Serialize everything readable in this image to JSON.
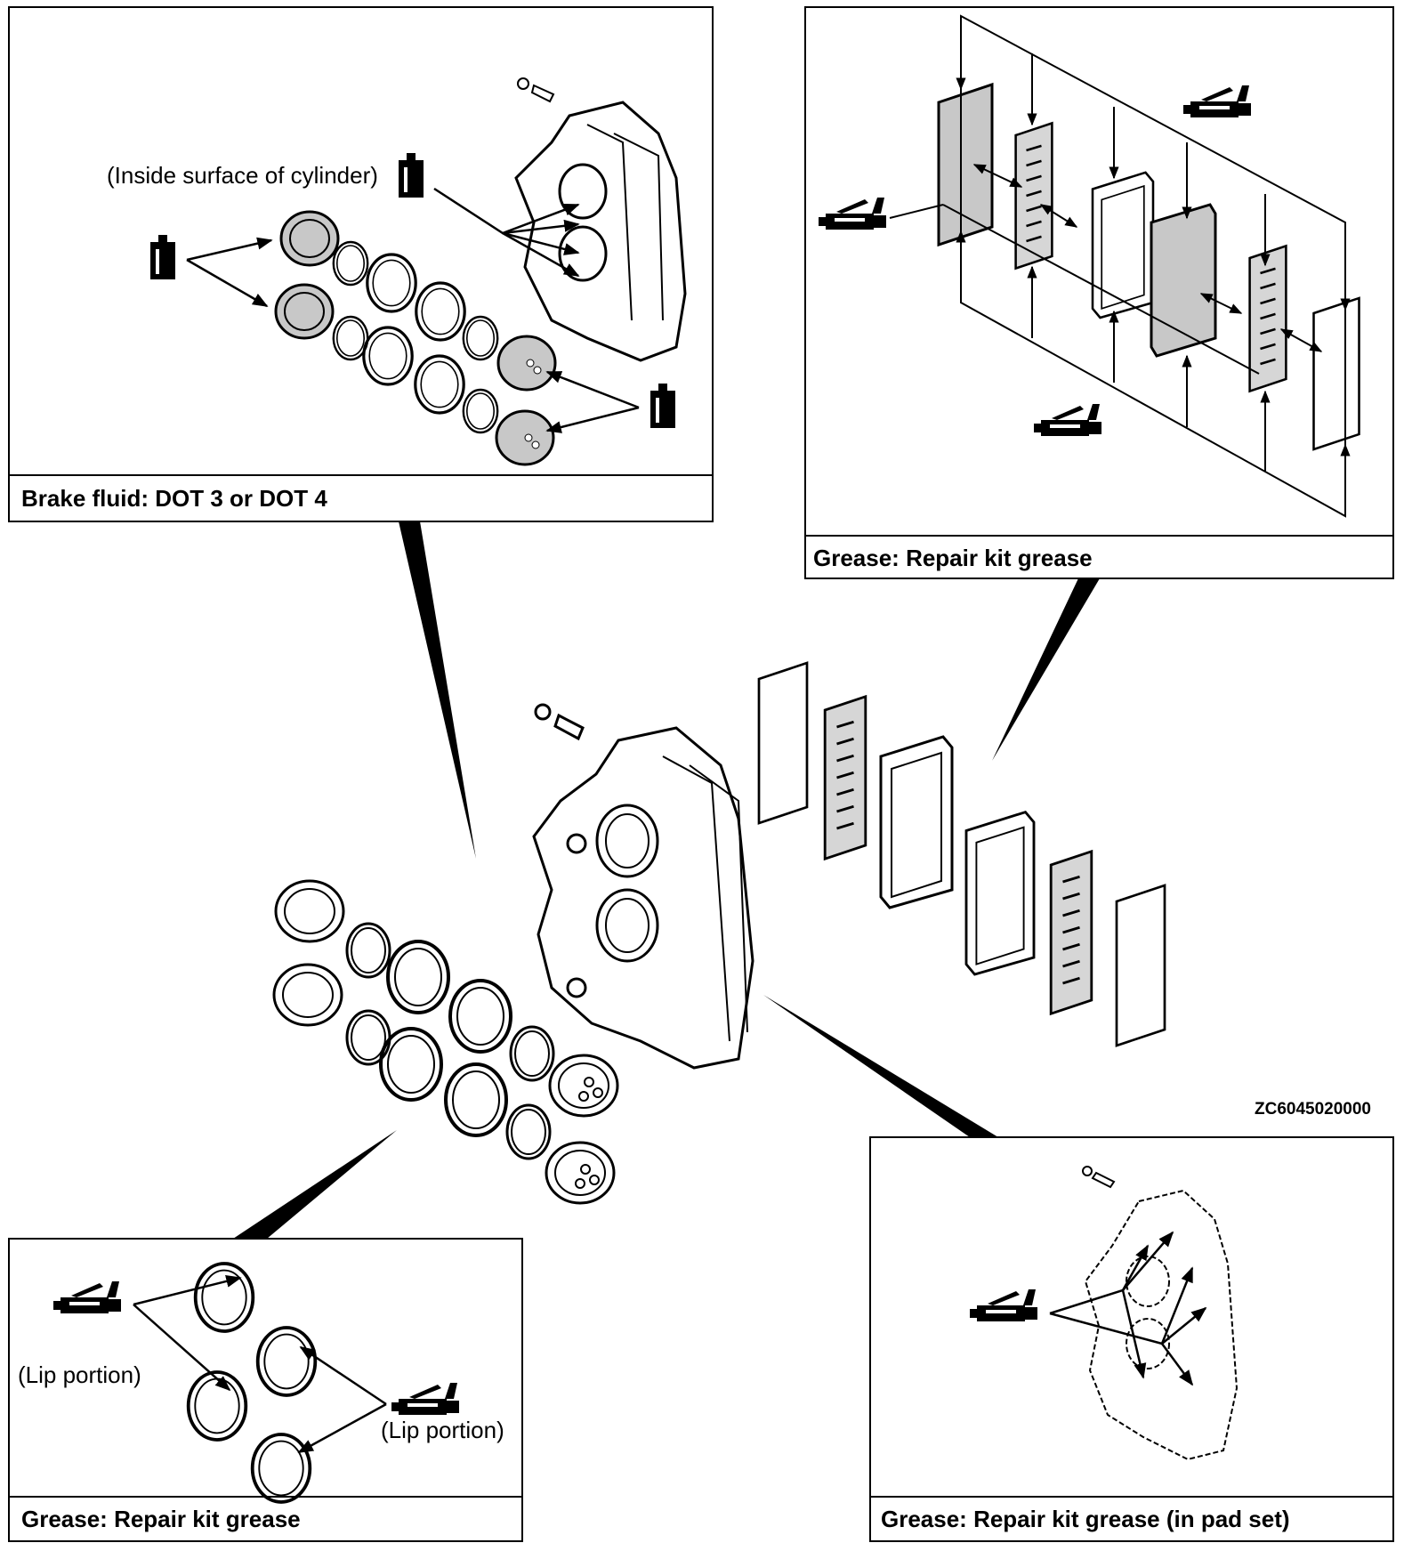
{
  "panels": {
    "brake_fluid": {
      "caption": "Brake fluid: DOT 3 or DOT 4",
      "callout": "(Inside surface of cylinder)",
      "icon": "brake-fluid-bottle-icon"
    },
    "pad_grease": {
      "caption": "Grease: Repair kit grease",
      "icon": "grease-gun-icon"
    },
    "seal_grease": {
      "caption": "Grease: Repair kit grease",
      "callout_left": "(Lip portion)",
      "callout_right": "(Lip portion)",
      "icon": "grease-gun-icon"
    },
    "pad_set_grease": {
      "caption": "Grease: Repair kit grease (in pad set)",
      "icon": "grease-gun-icon"
    }
  },
  "diagram_code": "ZC6045020000",
  "colors": {
    "line": "#000000",
    "shade": "#c8c8c8",
    "background": "#ffffff"
  }
}
